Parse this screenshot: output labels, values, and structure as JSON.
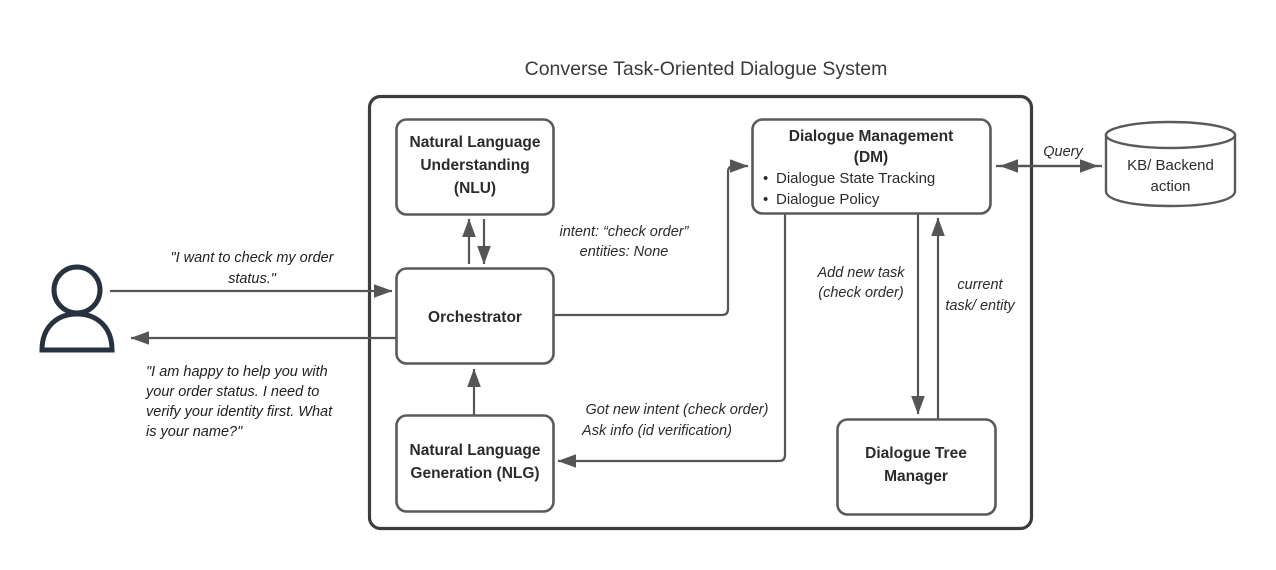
{
  "diagram": {
    "title": "Converse Task-Oriented Dialogue System",
    "nodes": {
      "nlu": {
        "line1": "Natural Language",
        "line2": "Understanding",
        "line3": "(NLU)"
      },
      "orchestrator": {
        "line1": "Orchestrator"
      },
      "nlg": {
        "line1": "Natural Language",
        "line2": "Generation (NLG)"
      },
      "dm": {
        "line1": "Dialogue Management",
        "line2": "(DM)",
        "bullets": [
          "Dialogue State Tracking",
          "Dialogue Policy"
        ],
        "bullet_glyph": "•"
      },
      "dtm": {
        "line1": "Dialogue Tree",
        "line2": "Manager"
      },
      "kb": {
        "line1": "KB/ Backend",
        "line2": "action"
      }
    },
    "edge_labels": {
      "nlu_to_orchestrator_1": "intent: “check order”",
      "nlu_to_orchestrator_2": "entities: None",
      "dm_to_dtm_1": "Add new task",
      "dm_to_dtm_2": "(check order)",
      "dtm_to_dm_1": "current",
      "dtm_to_dm_2": "task/ entity",
      "dm_to_nlg_1": "Got new intent (check order)",
      "dm_to_nlg_2": "Ask info (id verification)",
      "dm_to_kb": "Query"
    },
    "user": {
      "icon": "user-icon",
      "request_line1": "\"I want to check my order",
      "request_line2": "status.\"",
      "response_line1": "\"I am happy to help you with",
      "response_line2": "your order status. I need to",
      "response_line3": "verify your identity first. What",
      "response_line4": "is your name?\""
    },
    "colors": {
      "background": "#ffffff",
      "box_stroke": "#5a5a5a",
      "container_stroke": "#3d3d3d",
      "arrow_stroke": "#555555",
      "user_icon": "#26323f",
      "text": "#2b2b2b"
    }
  }
}
